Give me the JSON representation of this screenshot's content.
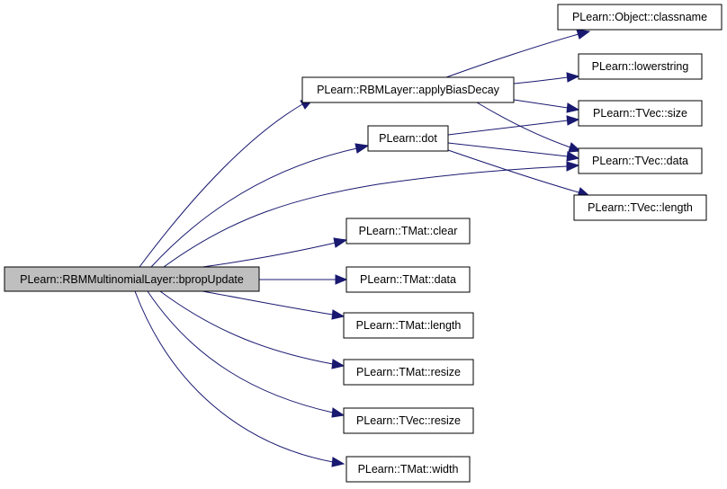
{
  "graph": {
    "root": "PLearn::RBMMultinomialLayer::bpropUpdate",
    "apply_bias_decay": "PLearn::RBMLayer::applyBiasDecay",
    "dot": "PLearn::dot",
    "object_classname": "PLearn::Object::classname",
    "lowerstring": "PLearn::lowerstring",
    "tvec_size": "PLearn::TVec::size",
    "tvec_data": "PLearn::TVec::data",
    "tvec_length": "PLearn::TVec::length",
    "tmat_clear": "PLearn::TMat::clear",
    "tmat_data": "PLearn::TMat::data",
    "tmat_length": "PLearn::TMat::length",
    "tmat_resize": "PLearn::TMat::resize",
    "tvec_resize": "PLearn::TVec::resize",
    "tmat_width": "PLearn::TMat::width"
  },
  "colors": {
    "edge": "#191970",
    "root_fill": "#bfbfbf",
    "node_fill": "#ffffff",
    "border": "#000000"
  }
}
